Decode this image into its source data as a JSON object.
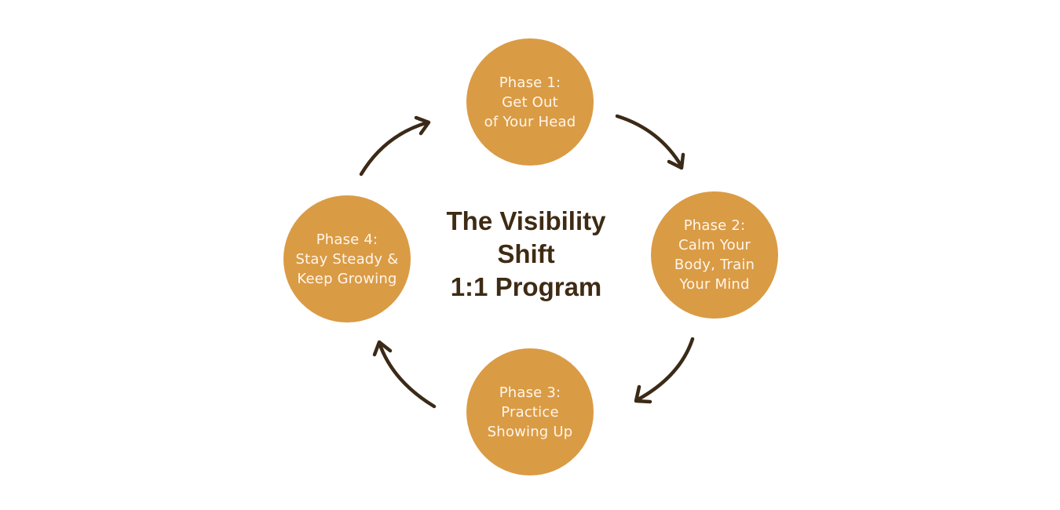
{
  "title": {
    "lines": [
      "The Visibility",
      "Shift",
      "1:1 Program"
    ]
  },
  "phases": [
    {
      "lines": [
        "Phase 1:",
        "Get Out",
        "of Your Head"
      ]
    },
    {
      "lines": [
        "Phase 2:",
        "Calm Your",
        "Body, Train",
        "Your Mind"
      ]
    },
    {
      "lines": [
        "Phase 3:",
        "Practice",
        "Showing Up"
      ]
    },
    {
      "lines": [
        "Phase 4:",
        "Stay Steady &",
        "Keep Growing"
      ]
    }
  ],
  "colors": {
    "circle": "#DA9B45",
    "arrow": "#3B2A17",
    "title": "#3F2B14"
  }
}
